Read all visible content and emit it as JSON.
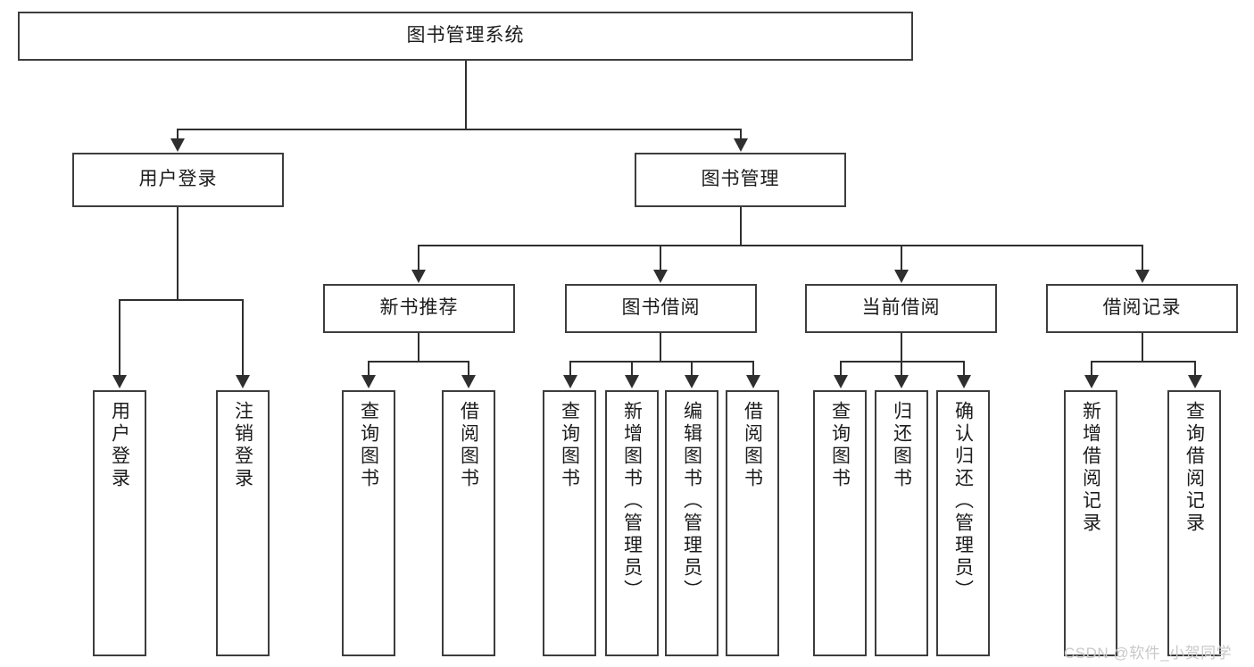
{
  "diagram": {
    "title": "图书管理系统",
    "type": "hierarchy-tree",
    "watermark": "CSDN @软件_小贺同学",
    "colors": {
      "box_border": "#3d3d3d",
      "connector": "#2f2f2f",
      "background": "#ffffff",
      "text": "#1c1c1c",
      "watermark": "#c9c9c9"
    },
    "levels": {
      "root": {
        "label": "图书管理系统"
      },
      "level2": [
        {
          "label": "用户登录"
        },
        {
          "label": "图书管理"
        }
      ],
      "level3": [
        {
          "label": "新书推荐"
        },
        {
          "label": "图书借阅"
        },
        {
          "label": "当前借阅"
        },
        {
          "label": "借阅记录"
        }
      ],
      "leaves_user_login": [
        {
          "label": "用户登录"
        },
        {
          "label": "注销登录"
        }
      ],
      "leaves_new_books": [
        {
          "label": "查询图书"
        },
        {
          "label": "借阅图书"
        }
      ],
      "leaves_borrow": [
        {
          "label": "查询图书"
        },
        {
          "label": "新增图书（管理员）"
        },
        {
          "label": "编辑图书（管理员）"
        },
        {
          "label": "借阅图书"
        }
      ],
      "leaves_current": [
        {
          "label": "查询图书"
        },
        {
          "label": "归还图书"
        },
        {
          "label": "确认归还（管理员）"
        }
      ],
      "leaves_records": [
        {
          "label": "新增借阅记录"
        },
        {
          "label": "查询借阅记录"
        }
      ]
    }
  }
}
